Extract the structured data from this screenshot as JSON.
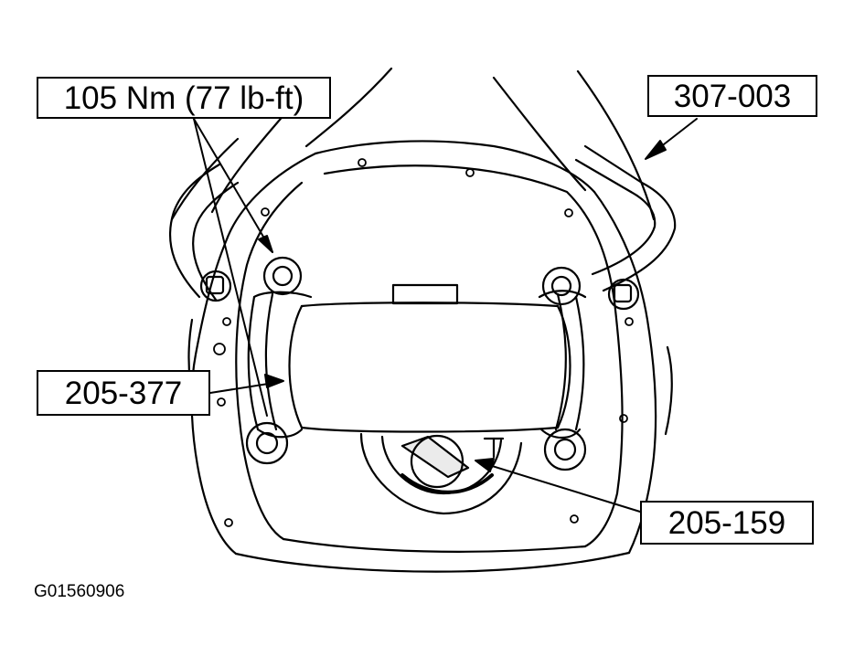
{
  "callouts": {
    "torque_spec": "105 Nm (77 lb-ft)",
    "tool_307_003": "307-003",
    "tool_205_377": "205-377",
    "tool_205_159": "205-159"
  },
  "figure_id": "G01560906",
  "colors": {
    "line": "#000000",
    "background": "#ffffff"
  }
}
